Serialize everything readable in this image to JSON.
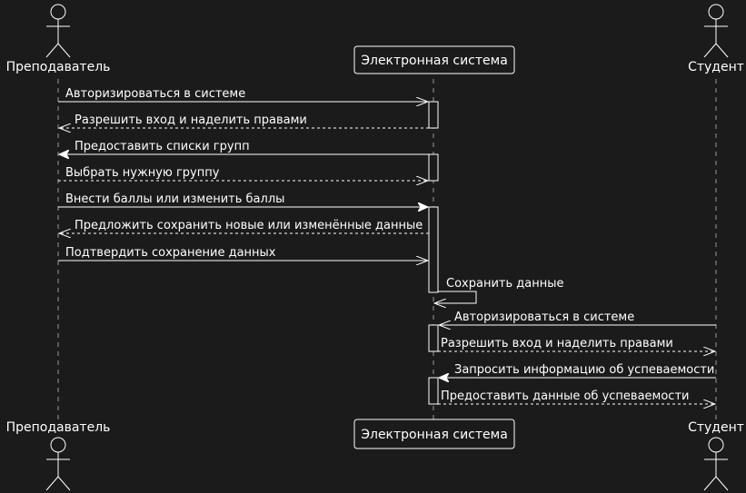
{
  "participants": {
    "teacher": {
      "name": "Преподаватель"
    },
    "system": {
      "name": "Электронная система"
    },
    "student": {
      "name": "Студент"
    }
  },
  "messages": [
    {
      "id": 0,
      "from": "teacher",
      "to": "system",
      "style": "solid",
      "head": "open",
      "text": "Авторизироваться в системе"
    },
    {
      "id": 1,
      "from": "system",
      "to": "teacher",
      "style": "dashed",
      "head": "open",
      "text": "Разрешить вход и наделить правами"
    },
    {
      "id": 2,
      "from": "system",
      "to": "teacher",
      "style": "solid",
      "head": "filled",
      "text": "Предоставить списки групп"
    },
    {
      "id": 3,
      "from": "teacher",
      "to": "system",
      "style": "dashed",
      "head": "open",
      "text": "Выбрать нужную группу"
    },
    {
      "id": 4,
      "from": "teacher",
      "to": "system",
      "style": "solid",
      "head": "filled",
      "text": "Внести баллы или изменить баллы"
    },
    {
      "id": 5,
      "from": "system",
      "to": "teacher",
      "style": "dashed",
      "head": "open",
      "text": "Предложить сохранить новые или изменённые данные"
    },
    {
      "id": 6,
      "from": "teacher",
      "to": "system",
      "style": "solid",
      "head": "open",
      "text": "Подтвердить сохранение данных"
    },
    {
      "id": 7,
      "from": "system",
      "to": "system",
      "style": "solid",
      "head": "open",
      "text": "Сохранить данные"
    },
    {
      "id": 8,
      "from": "student",
      "to": "system",
      "style": "solid",
      "head": "open",
      "text": "Авторизироваться в системе"
    },
    {
      "id": 9,
      "from": "system",
      "to": "student",
      "style": "dashed",
      "head": "open",
      "text": "Разрешить вход и наделить правами"
    },
    {
      "id": 10,
      "from": "student",
      "to": "system",
      "style": "solid",
      "head": "filled",
      "text": "Запросить информацию об успеваемости"
    },
    {
      "id": 11,
      "from": "system",
      "to": "student",
      "style": "dashed",
      "head": "open",
      "text": "Предоставить данные об успеваемости"
    }
  ],
  "colors": {
    "background": "#1b1b1b",
    "foreground": "#ffffff",
    "lifeline": "#999999"
  }
}
